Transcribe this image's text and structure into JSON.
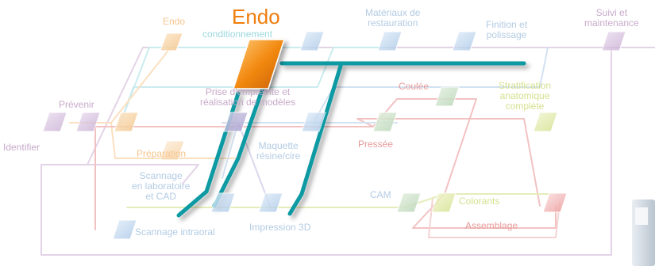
{
  "active_step": {
    "label": "Endo",
    "color": "#f07d0e"
  },
  "steps": {
    "identifier": "Identifier",
    "prevenir": "Prévenir",
    "endo": "Endo",
    "conditionnement": "conditionnement",
    "materiaux": [
      "Matériaux de",
      "restauration"
    ],
    "finition": [
      "Finition et",
      "polissage"
    ],
    "suivi": [
      "Suivi et",
      "maintenance"
    ],
    "prise": [
      "Prise d'empreinte et",
      "réalisation de modèles"
    ],
    "coulee": "Coulée",
    "stratification": [
      "Stratification",
      "anatomique",
      "complète"
    ],
    "preparation": "Préparation",
    "maquette": [
      "Maquette",
      "résine/cire"
    ],
    "pressee": "Pressée",
    "scannage_labo": [
      "Scannage",
      "en laboratoire",
      "et CAD"
    ],
    "cam": "CAM",
    "colorants": "Colorants",
    "scannage_intraoral": "Scannage intraoral",
    "impression": "Impression 3D",
    "assemblage": "Assemblage"
  },
  "palette": {
    "purple": "#c8aacb",
    "orange": "#f6c48c",
    "teal": "#9bd8dd",
    "blue": "#b3cbe3",
    "red": "#e89a9a",
    "green": "#c3dcba",
    "yellow": "#d6e08f",
    "highlight_path": "#0f9aa3",
    "highlight_box": "#f28a12"
  }
}
